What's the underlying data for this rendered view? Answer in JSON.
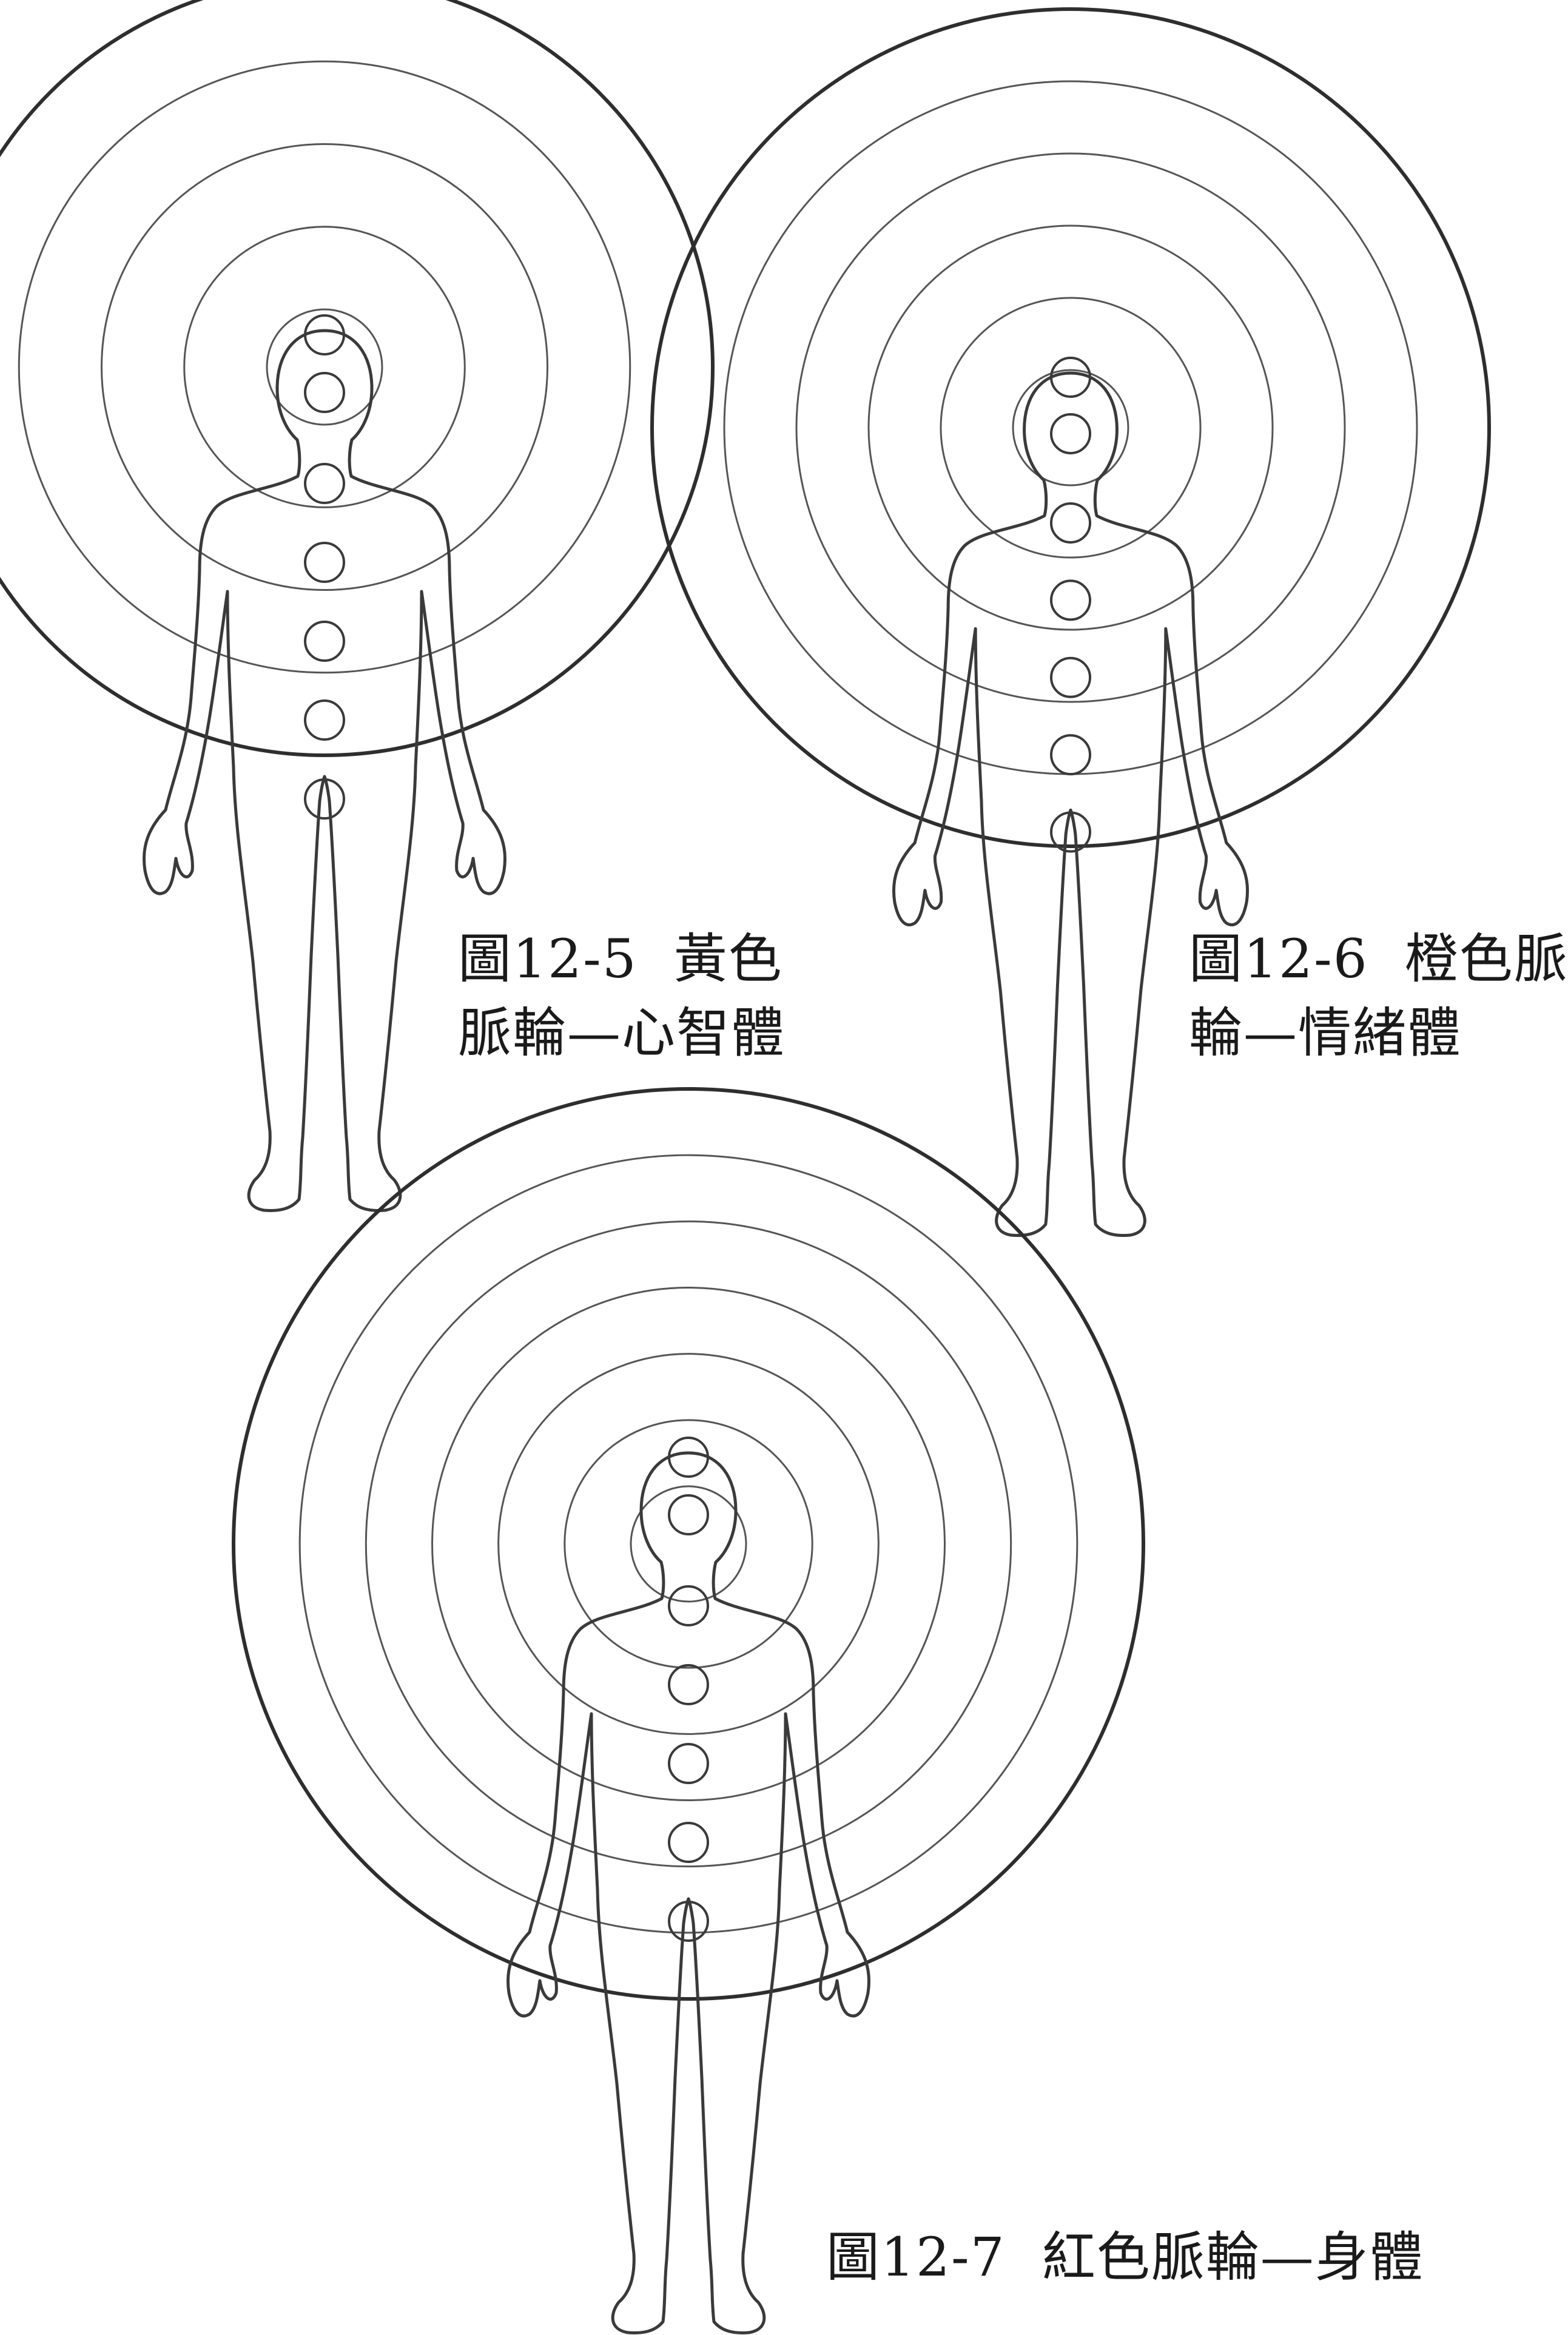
{
  "figures": [
    {
      "id": "fig-12-5",
      "ring_count": 5,
      "chakra_count": 7,
      "caption": {
        "number": "圖12-5",
        "line1_text": "黃色",
        "line2_text": "脈輪—心智體"
      }
    },
    {
      "id": "fig-12-6",
      "ring_count": 6,
      "chakra_count": 7,
      "caption": {
        "number": "圖12-6",
        "line1_text": "橙色脈",
        "line2_text": "輪—情緒體"
      }
    },
    {
      "id": "fig-12-7",
      "ring_count": 7,
      "chakra_count": 7,
      "caption": {
        "number": "圖12-7",
        "line1_text": "紅色脈輪—身體",
        "line2_text": ""
      }
    }
  ],
  "colors": {
    "line": "#3a3a3a",
    "ring": "#555555",
    "outer_ring": "#2e2e2e",
    "text": "#1a1a1a"
  }
}
